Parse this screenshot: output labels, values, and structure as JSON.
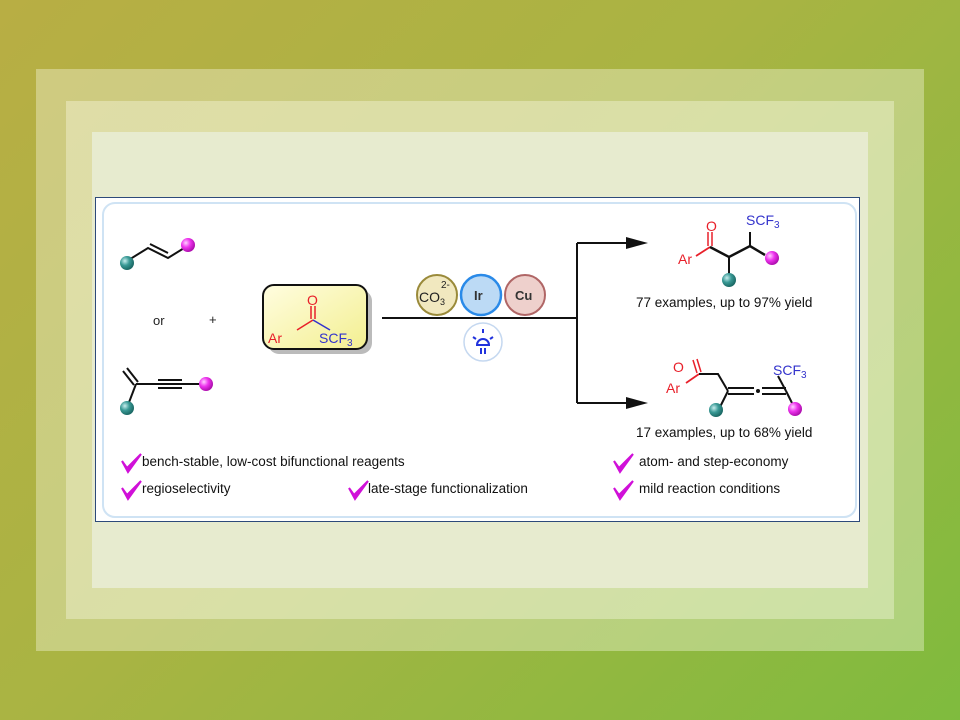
{
  "reactants": {
    "or_label": "or",
    "plus_label": "+",
    "reagent": {
      "O": "O",
      "Ar": "Ar",
      "SCF3": "SCF",
      "sub3": "3"
    }
  },
  "catalysts": {
    "carbonate": "CO",
    "carbonate_sub": "3",
    "carbonate_sup": "2-",
    "iridium": "Ir",
    "copper": "Cu"
  },
  "products": [
    {
      "O": "O",
      "Ar": "Ar",
      "SCF3": "SCF",
      "sub3": "3",
      "caption": "77 examples, up to 97% yield"
    },
    {
      "O": "O",
      "Ar": "Ar",
      "SCF3": "SCF",
      "sub3": "3",
      "caption": "17 examples, up to 68% yield"
    }
  ],
  "features": [
    "bench-stable, low-cost bifunctional reagents",
    "regioselectivity",
    "late-stage functionalization",
    "atom- and step-economy",
    "mild reaction conditions"
  ],
  "colors": {
    "red": "#e8202a",
    "blue": "#3333cc",
    "teal": "#2a8a86",
    "magenta": "#e020e0",
    "check": "#d010d8"
  }
}
